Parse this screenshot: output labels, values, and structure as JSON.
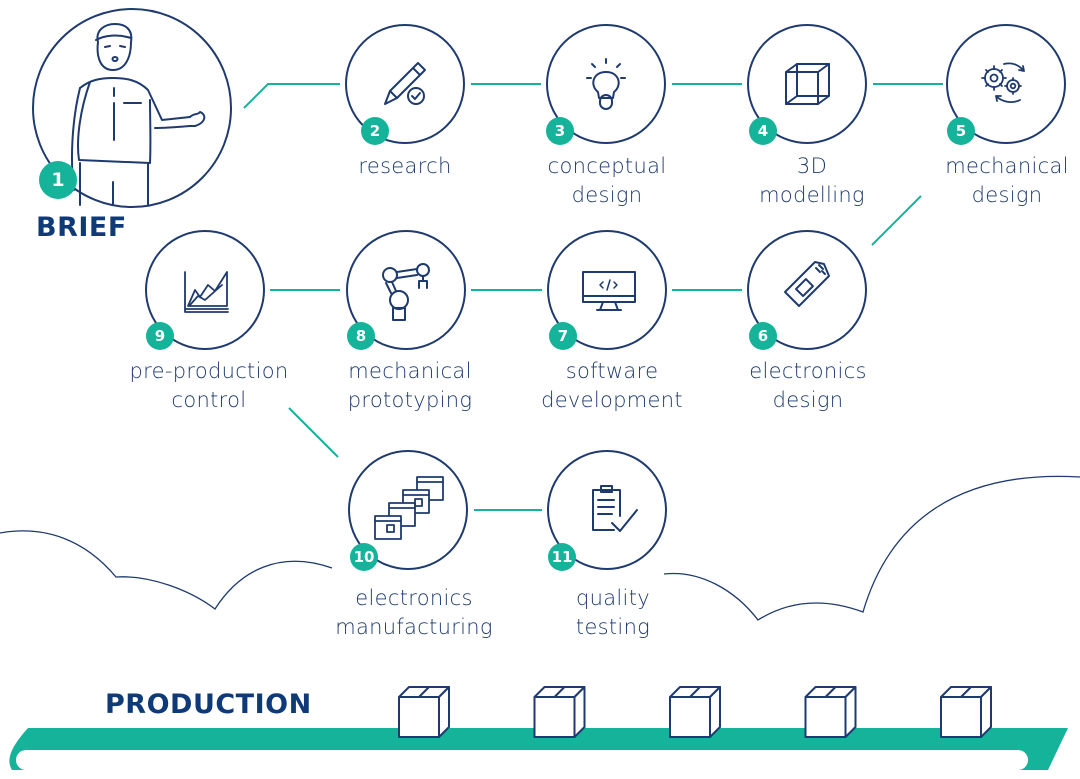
{
  "colors": {
    "navy": "#1e3a6e",
    "heading": "#0f3a78",
    "teal": "#14b39a"
  },
  "brief": {
    "number": "1",
    "title": "BRIEF",
    "icon": "person-presenting-icon"
  },
  "steps": [
    {
      "number": "2",
      "line1": "research",
      "line2": "",
      "icon": "pencil-check-icon"
    },
    {
      "number": "3",
      "line1": "conceptual",
      "line2": "design",
      "icon": "lightbulb-icon"
    },
    {
      "number": "4",
      "line1": "3D",
      "line2": "modelling",
      "icon": "cube-icon"
    },
    {
      "number": "5",
      "line1": "mechanical",
      "line2": "design",
      "icon": "gears-cycle-icon"
    },
    {
      "number": "6",
      "line1": "electronics",
      "line2": "design",
      "icon": "chip-card-icon"
    },
    {
      "number": "7",
      "line1": "software",
      "line2": "development",
      "icon": "monitor-code-icon"
    },
    {
      "number": "8",
      "line1": "mechanical",
      "line2": "prototyping",
      "icon": "robot-arm-icon"
    },
    {
      "number": "9",
      "line1": "pre-production",
      "line2": "control",
      "icon": "chart-growth-icon"
    },
    {
      "number": "10",
      "line1": "electronics",
      "line2": "manufacturing",
      "icon": "circuit-boards-icon"
    },
    {
      "number": "11",
      "line1": "quality",
      "line2": "testing",
      "icon": "clipboard-check-icon"
    }
  ],
  "production": {
    "title": "PRODUCTION",
    "box_count": 5,
    "box_icon": "package-box-icon",
    "belt_icon": "conveyor-belt-icon"
  }
}
